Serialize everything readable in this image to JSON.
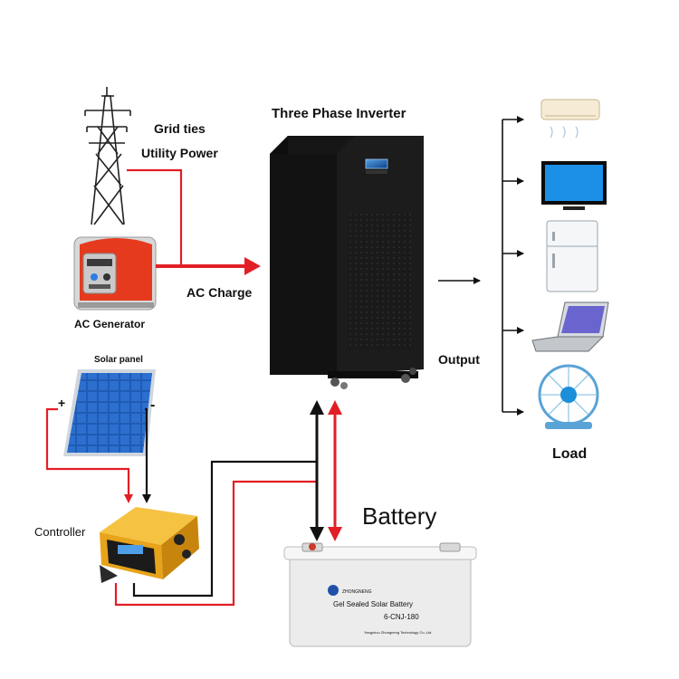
{
  "labels": {
    "grid_ties": "Grid ties",
    "utility_power": "Utility Power",
    "ac_generator": "AC Generator",
    "ac_charge": "AC Charge",
    "inverter_title": "Three Phase Inverter",
    "output": "Output",
    "load": "Load",
    "solar_panel": "Solar panel",
    "controller": "Controller",
    "battery": "Battery",
    "plus": "+",
    "minus": "-"
  },
  "battery_print": {
    "brand": "ZHONGNENG",
    "model_line": "Gel Sealed Solar Battery",
    "model_code": "6-CNJ-180",
    "maker": "Yangzhou Zhongneng Technology Co.,Ltd"
  },
  "icons": [
    "tower-icon",
    "generator-icon",
    "inverter-icon",
    "solar-panel-icon",
    "controller-icon",
    "battery-icon",
    "air-conditioner-icon",
    "tv-icon",
    "fridge-icon",
    "laptop-icon",
    "fan-icon"
  ],
  "colors": {
    "wire_red": "#e21f26",
    "wire_black": "#111111",
    "inverter_body": "#161616",
    "controller_yellow": "#f0b21c",
    "panel_blue": "#1f5bb5"
  }
}
